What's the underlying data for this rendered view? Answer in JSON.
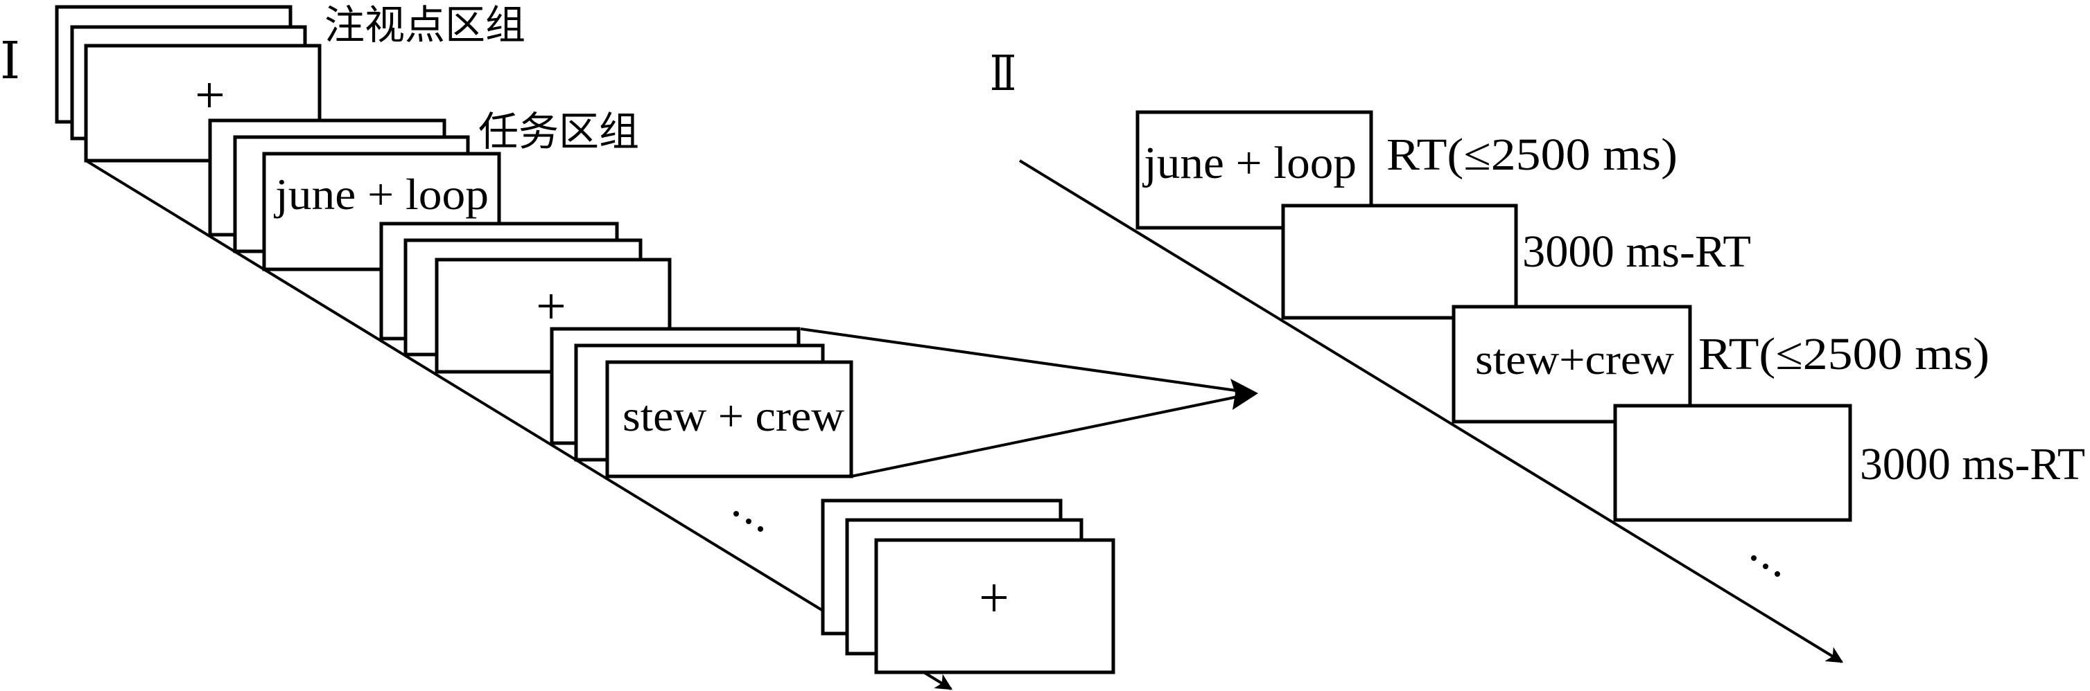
{
  "panel_1": {
    "label": "Ⅰ",
    "fixation_block_label": "注视点区组",
    "task_block_label": "任务区组",
    "stacks": [
      {
        "type": "fixation",
        "content": "+"
      },
      {
        "type": "task",
        "content": "june + loop"
      },
      {
        "type": "fixation",
        "content": "+"
      },
      {
        "type": "task",
        "content": "stew + crew"
      },
      {
        "type": "fixation",
        "content": "+"
      }
    ],
    "ellipsis": "…"
  },
  "panel_2": {
    "label": "Ⅱ",
    "trials": [
      {
        "content": "june + loop",
        "duration": "RT(≤2500 ms)"
      },
      {
        "content": "",
        "duration": "3000 ms-RT"
      },
      {
        "content": "stew+crew",
        "duration": "RT(≤2500 ms)"
      },
      {
        "content": "",
        "duration": "3000 ms-RT"
      }
    ],
    "ellipsis": "…"
  }
}
